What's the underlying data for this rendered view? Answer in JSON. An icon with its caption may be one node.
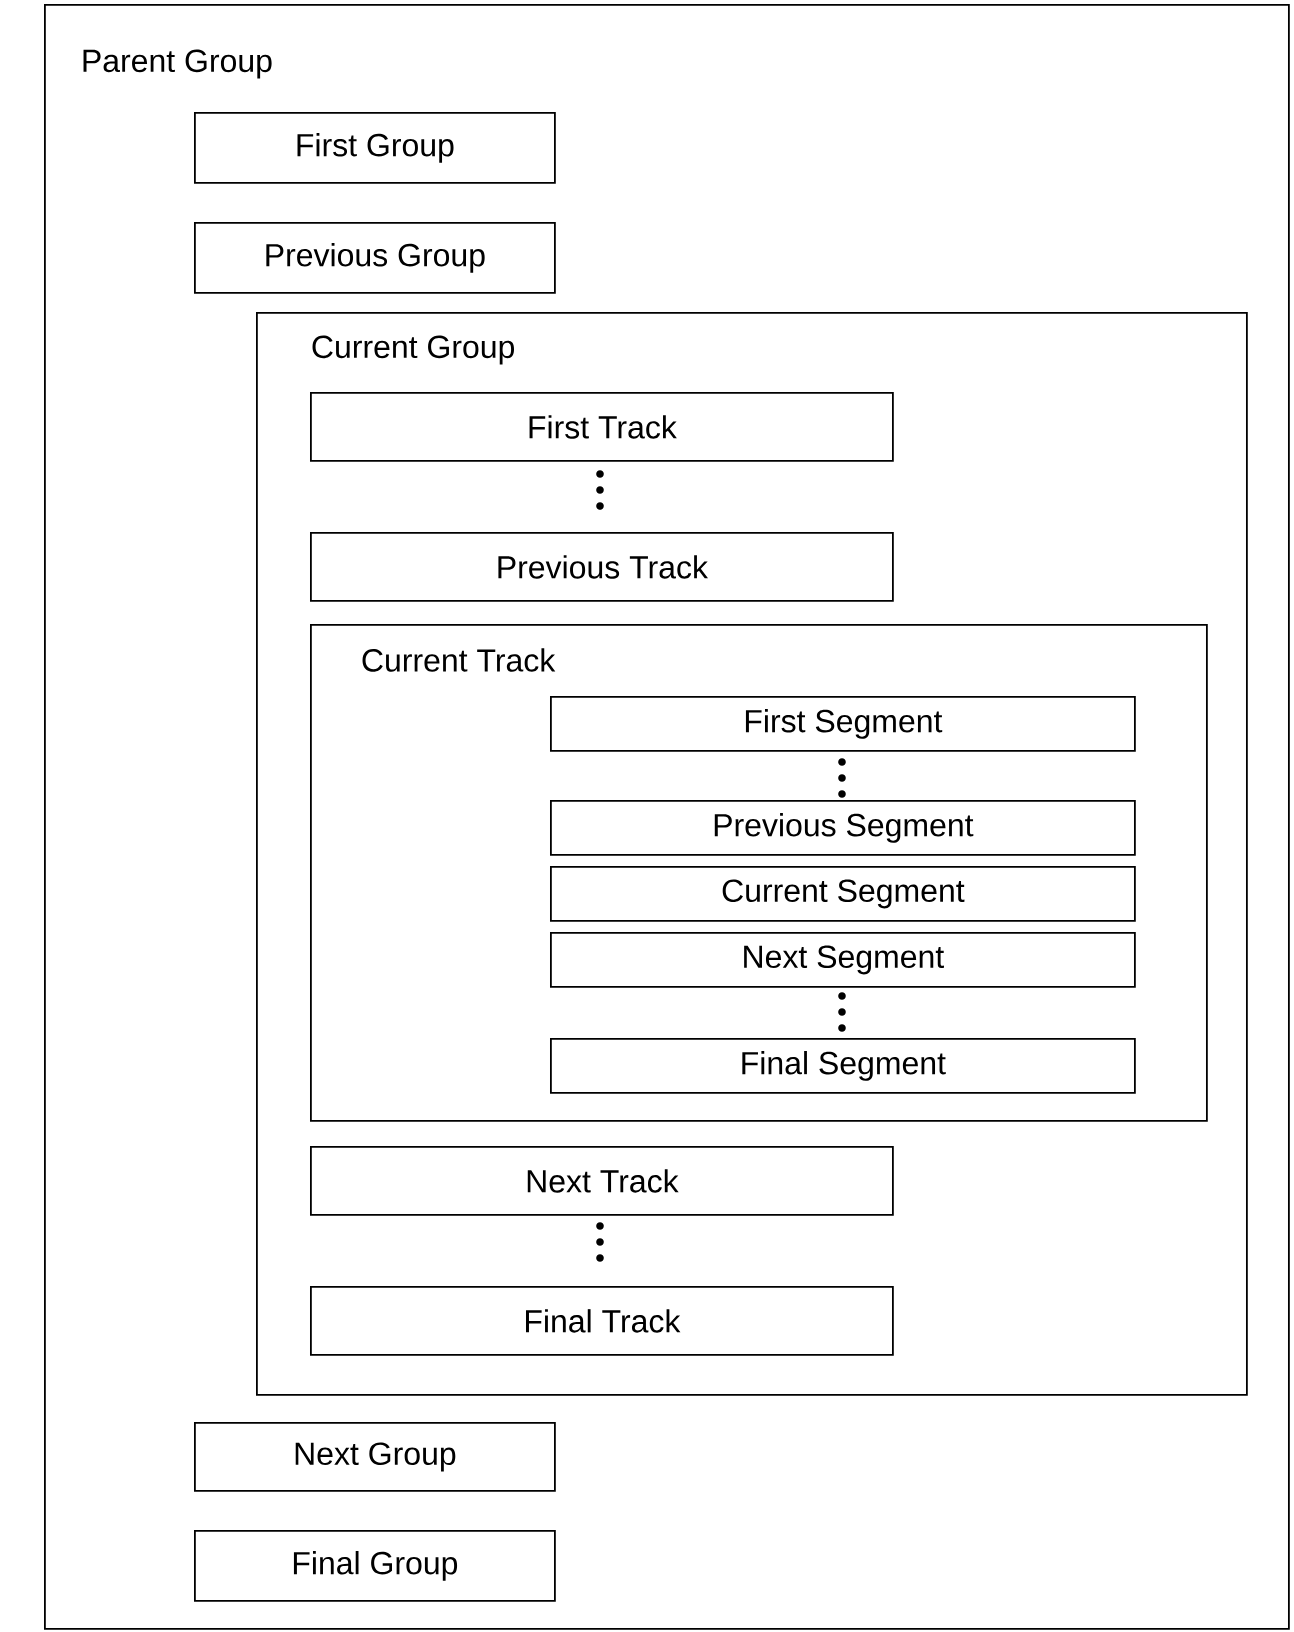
{
  "diagram": {
    "nodes": [
      {
        "text": [
          "Parent Group"
        ]
      },
      {
        "text": [
          "First Group"
        ],
        "in": 0
      },
      {
        "text": [
          "Previous Group"
        ],
        "in": 0
      },
      {
        "text": [
          "Current Group"
        ],
        "in": 0
      },
      {
        "text": [
          "First Track"
        ],
        "in": 3
      },
      {
        "text": [
          "Previous Track"
        ],
        "in": 3
      },
      {
        "text": [
          "Current Track"
        ],
        "in": 3
      },
      {
        "text": [
          "First Segment"
        ],
        "in": 6
      },
      {
        "text": [
          "Previous Segment"
        ],
        "in": 6
      },
      {
        "text": [
          "Current Segment"
        ],
        "in": 6
      },
      {
        "text": [
          "Next Segment"
        ],
        "in": 6
      },
      {
        "text": [
          "Final Segment"
        ],
        "in": 6
      },
      {
        "text": [
          "Next Track"
        ],
        "in": 3
      },
      {
        "text": [
          "Final Track"
        ],
        "in": 3
      },
      {
        "text": [
          "Next Group"
        ],
        "in": 0
      },
      {
        "text": [
          "Final Group"
        ],
        "in": 0
      }
    ]
  }
}
